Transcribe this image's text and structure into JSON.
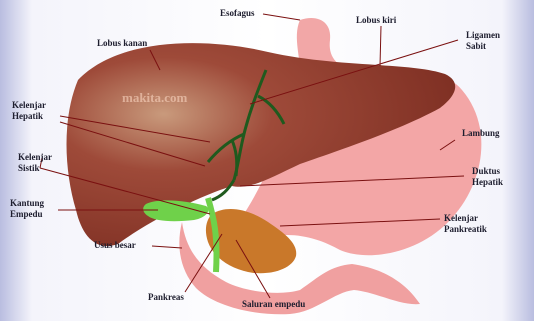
{
  "watermark": "makita.com",
  "labels": {
    "esofagus": "Esofagus",
    "lobus_kiri": "Lobus kiri",
    "lobus_kanan": "Lobus kanan",
    "ligamen_sabit": "Ligamen Sabit",
    "kelenjar_hepatik": "Kelenjar Hepatik",
    "lambung": "Lambung",
    "kelenjar_sistik": "Kelenjar Sistik",
    "duktus_hepatik": "Duktus Hepatik",
    "kantung_empedu": "Kantung Empedu",
    "kelenjar_pankreatik": "Kelenjar Pankreatik",
    "usus_besar": "Usus besar",
    "pankreas": "Pankreas",
    "saluran_empedu": "Saluran empedu"
  },
  "colors": {
    "liver": "#8e3a2c",
    "stomach": "#f3a6a6",
    "gallbladder": "#6fd14a",
    "duct": "#1f5a1e",
    "pancreas": "#c9782a",
    "leader": "#7a1010"
  }
}
